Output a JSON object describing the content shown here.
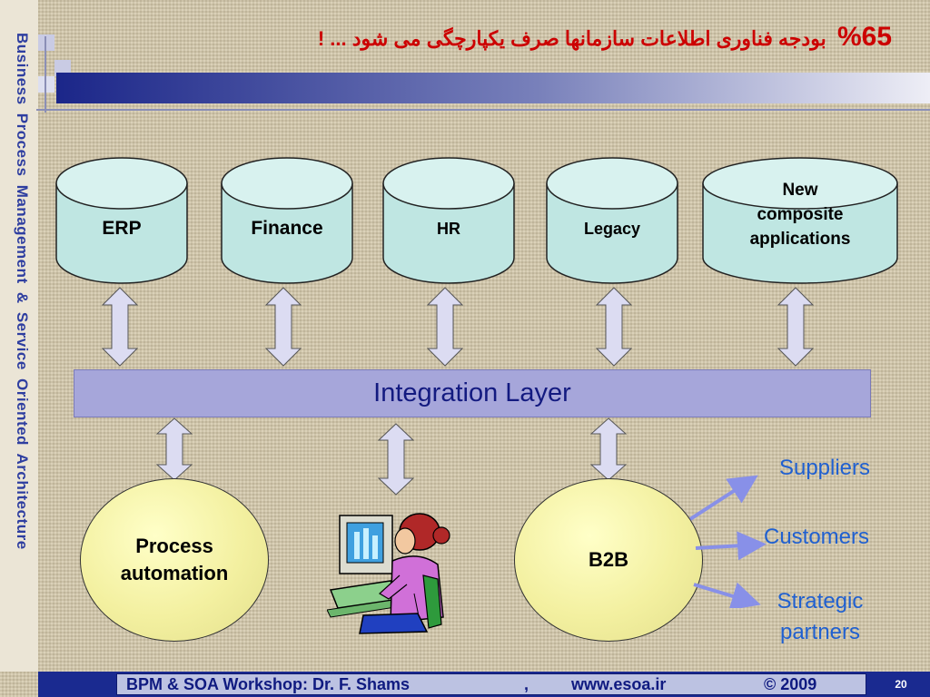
{
  "slide": {
    "side_title": "Business  Process  Management   &   Service  Oriented  Architecture",
    "title_percent": "%65",
    "title_text": "بودجه فناوری اطلاعات سازمانها صرف یکپارچگی می شود ... !",
    "systems": [
      {
        "label": "ERP"
      },
      {
        "label": "Finance"
      },
      {
        "label": "HR"
      },
      {
        "label": "Legacy"
      },
      {
        "label": "New composite applications"
      }
    ],
    "integration_layer": "Integration Layer",
    "process_automation": "Process automation",
    "b2b": "B2B",
    "partners": {
      "suppliers": "Suppliers",
      "customers": "Customers",
      "strategic": "Strategic partners"
    },
    "footer": {
      "workshop": "BPM & SOA  Workshop:  Dr.  F. Shams",
      "comma": ",",
      "website": "www.esoa.ir",
      "copyright": "© 2009",
      "page_number": "20"
    },
    "icons": [
      "woman-at-computer-icon"
    ],
    "colors": {
      "title_red": "#cc0000",
      "side_blue": "#2e3ea0",
      "integration_fill": "#a6a6da",
      "cylinder_fill": "#bfe6e2",
      "partner_blue": "#2060d0",
      "footer_navy": "#1a2a90"
    }
  }
}
